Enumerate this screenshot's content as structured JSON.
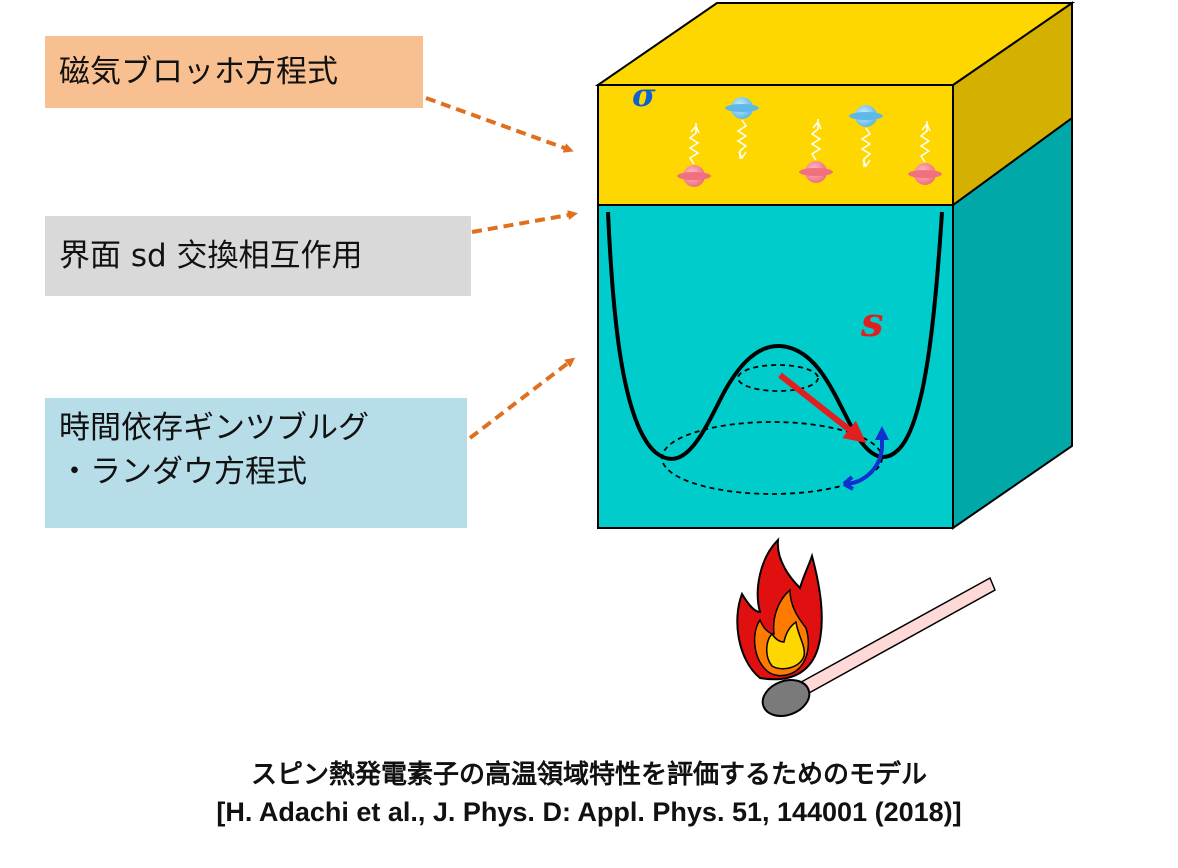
{
  "labels": {
    "magnetic_bloch": "磁気ブロッホ方程式",
    "interface_sd": "界面 sd 交換相互作用",
    "tdgl_line1": "時間依存ギンツブルグ",
    "tdgl_line2": "・ランダウ方程式"
  },
  "symbols": {
    "sigma": "σ",
    "s": "s"
  },
  "caption": {
    "line1": "スピン熱発電素子の高温領域特性を評価するためのモデル",
    "line2": "[H. Adachi et al., J. Phys. D: Appl. Phys. 51, 144001 (2018)]"
  },
  "colors": {
    "label1_bg": "#f8c090",
    "label2_bg": "#d9d9d9",
    "label3_bg": "#b6dde8",
    "top_layer": "#ffd700",
    "top_layer_side": "#d4b000",
    "bottom_layer": "#00cccc",
    "bottom_layer_side": "#00a8a8",
    "arrow_dashed": "#e07020",
    "spin_arrow": "#e02020",
    "precession_arrow": "#1030d0",
    "sigma_color": "#1060d0",
    "s_color": "#e02020"
  },
  "icons": [
    "spin-up-electron-icon",
    "spin-down-electron-icon",
    "flame-icon",
    "match-icon"
  ]
}
